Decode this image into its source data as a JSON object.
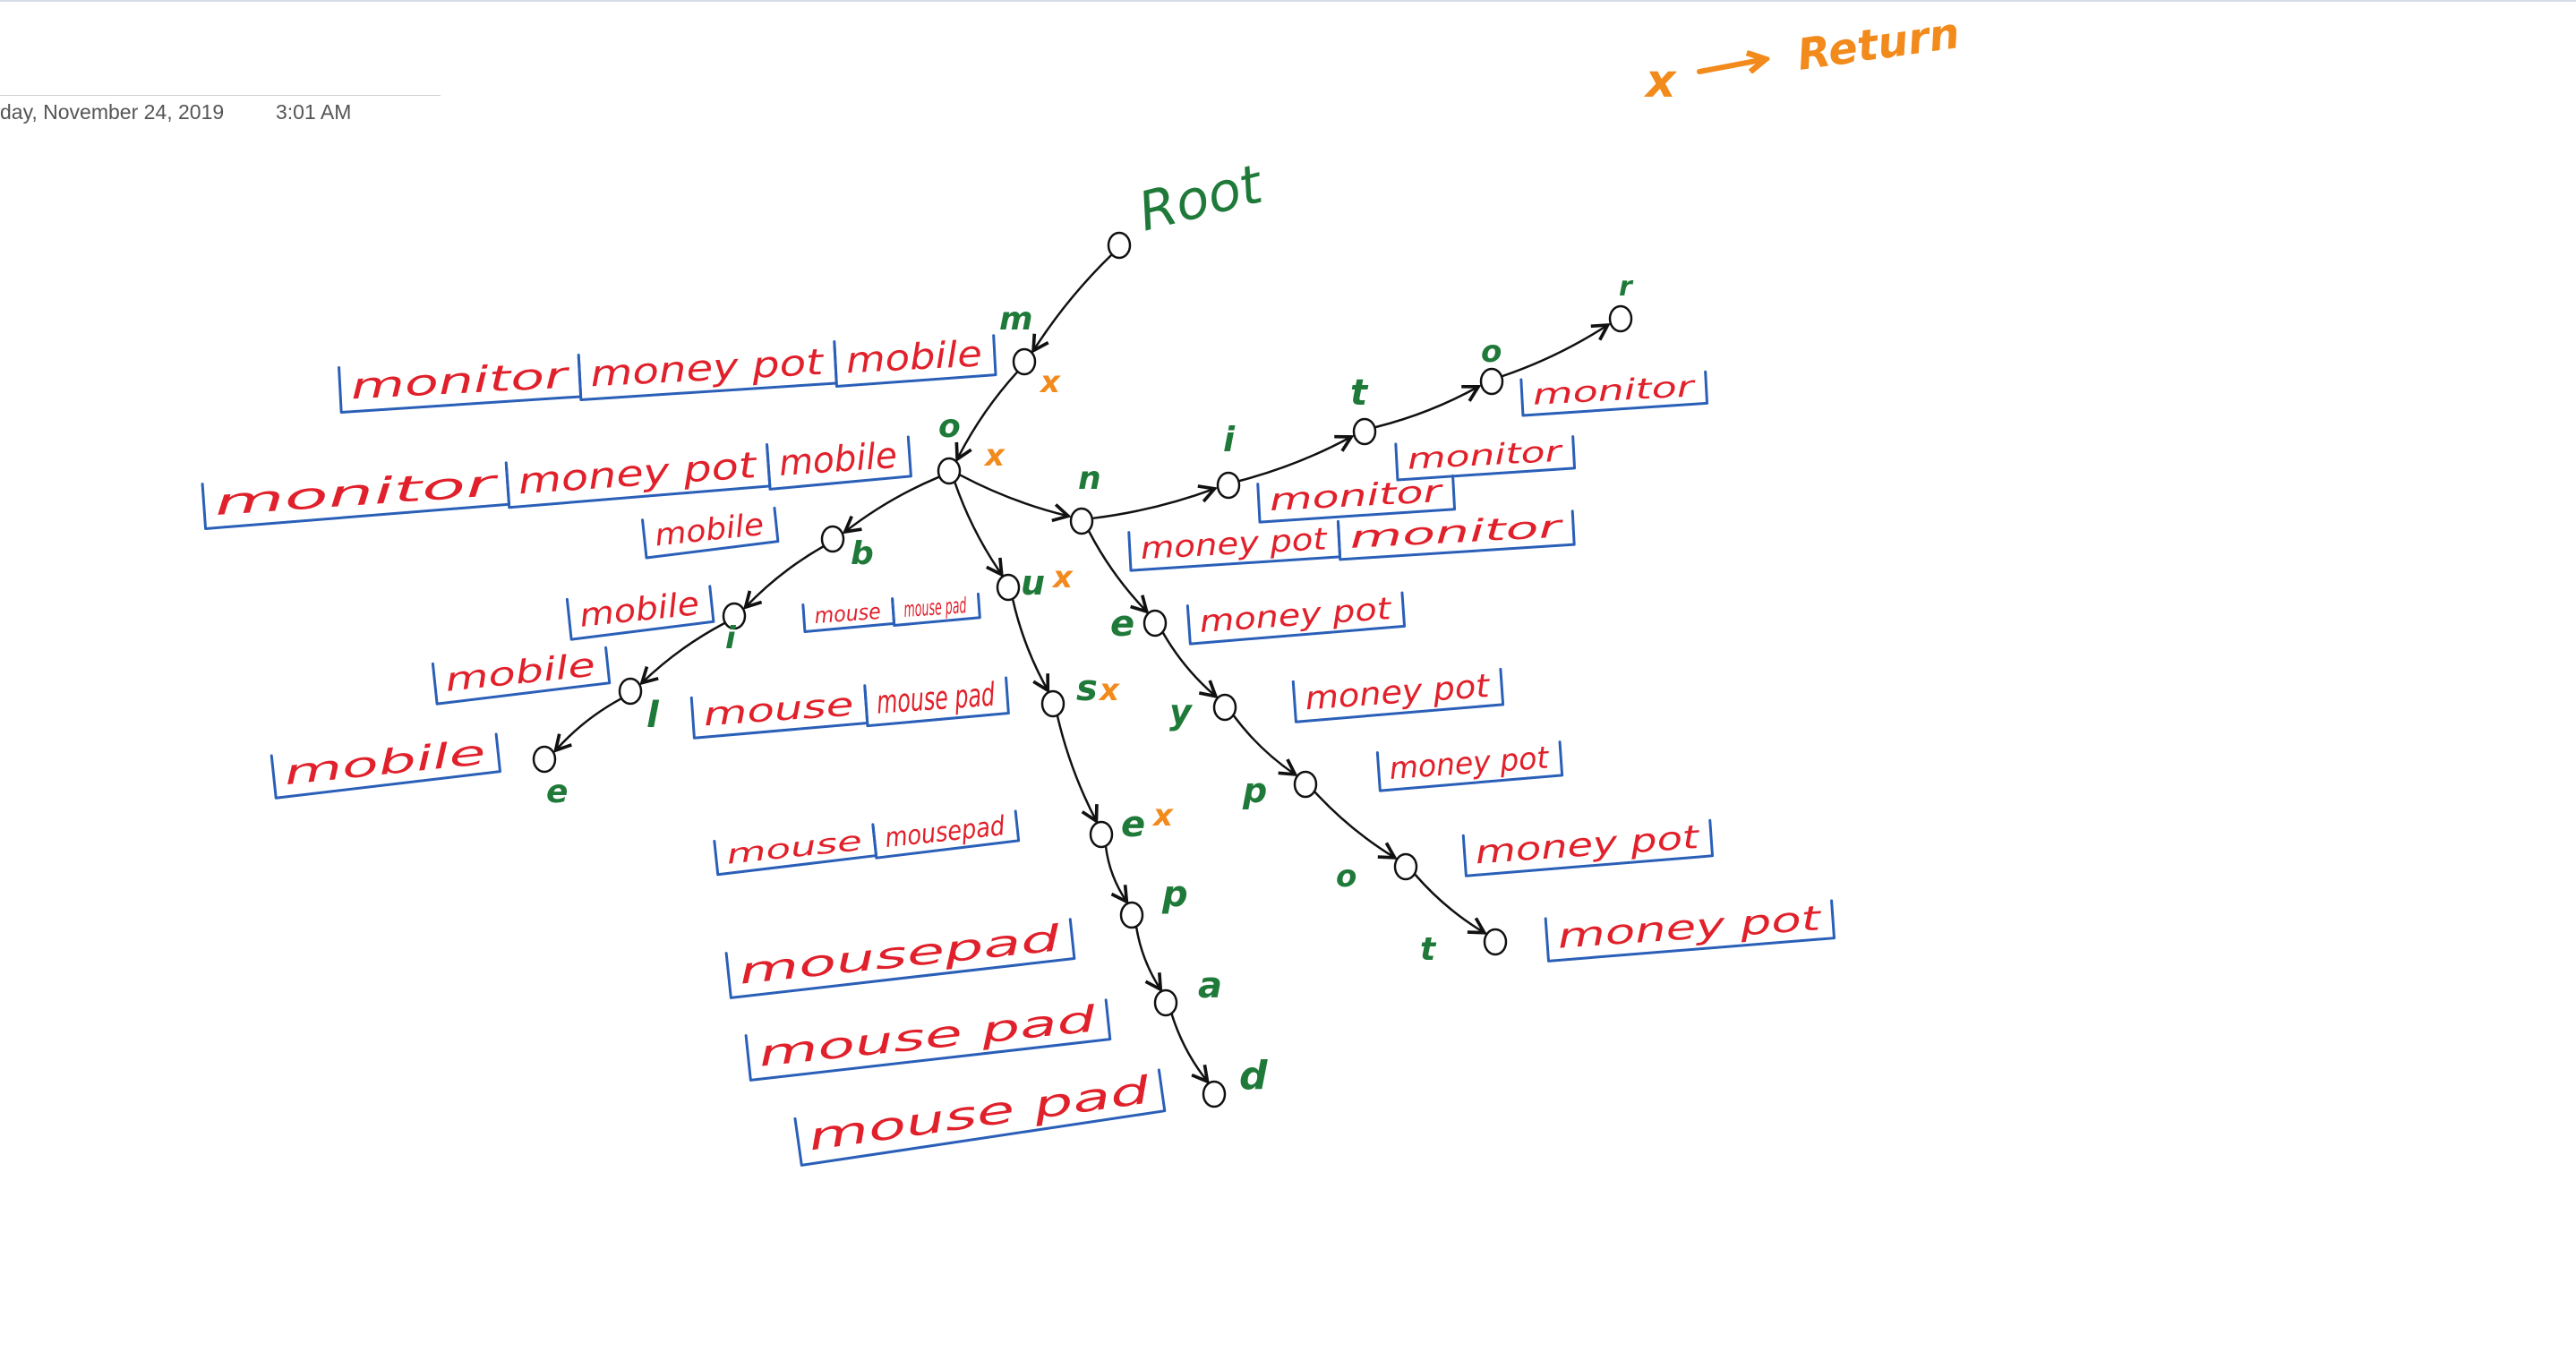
{
  "header": {
    "date": "day, November 24, 2019",
    "time": "3:01 AM"
  },
  "colors": {
    "node_letter": "#1f7a3a",
    "word": "#e0202a",
    "bracket": "#2a5fb8",
    "marker": "#f28a1c",
    "ink": "#111111"
  },
  "legend": {
    "marker": "x",
    "arrow": "⟶",
    "text": "Return"
  },
  "root_label": "Root",
  "nodes": {
    "m": "m",
    "o": "o",
    "b": "b",
    "i1": "i",
    "l": "l",
    "e1": "e",
    "u": "u",
    "s": "s",
    "e2": "e",
    "p1": "p",
    "a": "a",
    "d": "d",
    "n": "n",
    "i2": "i",
    "t1": "t",
    "o2": "o",
    "r": "r",
    "e3": "e",
    "y": "y",
    "p2": "p",
    "o3": "o",
    "t2": "t"
  },
  "markers": {
    "m": "x",
    "o": "x",
    "u": "x",
    "s": "x",
    "e2": "x"
  },
  "suggestions": {
    "m": [
      "monitor",
      "money pot",
      "mobile"
    ],
    "o": [
      "monitor",
      "money pot",
      "mobile"
    ],
    "b": [
      "mobile"
    ],
    "i1": [
      "mobile"
    ],
    "l": [
      "mobile"
    ],
    "e1": [
      "mobile"
    ],
    "u": [
      "mouse",
      "mouse pad"
    ],
    "s": [
      "mouse",
      "mouse pad"
    ],
    "e2": [
      "mouse",
      "mousepad"
    ],
    "p1": [
      "mousepad"
    ],
    "a": [
      "mouse pad"
    ],
    "d": [
      "mouse pad"
    ],
    "n": [
      "money pot",
      "monitor"
    ],
    "i2": [
      "monitor"
    ],
    "t1": [
      "monitor"
    ],
    "o2": [
      "monitor"
    ],
    "e3": [
      "money pot"
    ],
    "y": [
      "money pot"
    ],
    "p2": [
      "money pot"
    ],
    "o3": [
      "money pot"
    ],
    "t2": [
      "money pot"
    ]
  }
}
